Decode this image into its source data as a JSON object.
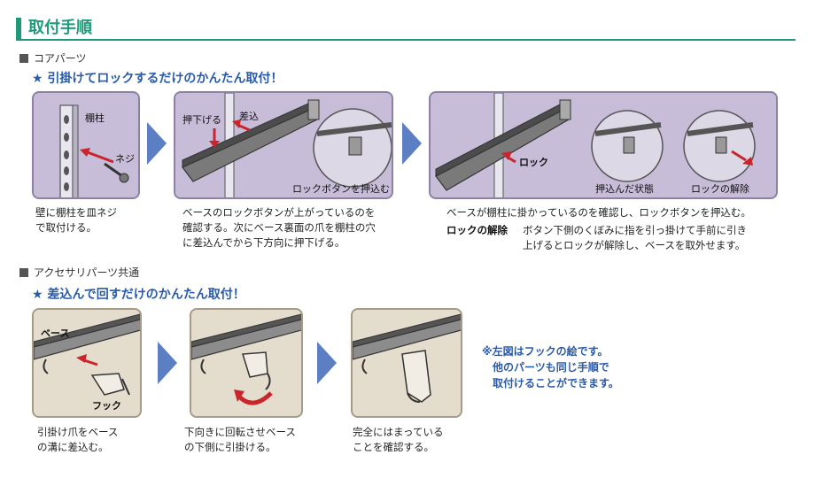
{
  "title": "取付手順",
  "core": {
    "heading": "コアパーツ",
    "tagline": "★ 引掛けてロックするだけのかんたん取付！",
    "panel1": {
      "label_pillar": "棚柱",
      "label_screw": "ネジ"
    },
    "panel2": {
      "label_push": "押下げる",
      "label_insert": "差込",
      "label_button": "ロックボタンを押込む"
    },
    "panel3": {
      "label_lock": "ロック",
      "label_pushed": "押込んだ状態",
      "label_release": "ロックの解除"
    },
    "caption1": "壁に棚柱を皿ネジ\nで取付ける。",
    "caption2": "ベースのロックボタンが上がっているのを\n確認する。次にベース裏面の爪を棚柱の穴\nに差込んでから下方向に押下げる。",
    "caption3": "ベースが棚柱に掛かっているのを確認し、ロックボタンを押込む。",
    "lock_release_title": "ロックの解除",
    "lock_release_text": "ボタン下側のくぼみに指を引っ掛けて手前に引き\n上げるとロックが解除し、ベースを取外せます。"
  },
  "accessory": {
    "heading": "アクセサリパーツ共通",
    "tagline": "★ 差込んで回すだけのかんたん取付！",
    "panel1": {
      "label_base": "ベース",
      "label_hook": "フック"
    },
    "caption1": "引掛け爪をベース\nの溝に差込む。",
    "caption2": "下向きに回転させベース\nの下側に引掛ける。",
    "caption3": "完全にはまっている\nことを確認する。",
    "note": "※左図はフックの絵です。\n　他のパーツも同じ手順で\n　取付けることができます。"
  },
  "colors": {
    "accent_green": "#1e9a7a",
    "accent_blue": "#2a5ba8",
    "panel_lavender": "#c7bdd8",
    "panel_beige": "#e4ddcd",
    "chevron_blue": "#5b7fc2",
    "arrow_red": "#c8252c"
  }
}
